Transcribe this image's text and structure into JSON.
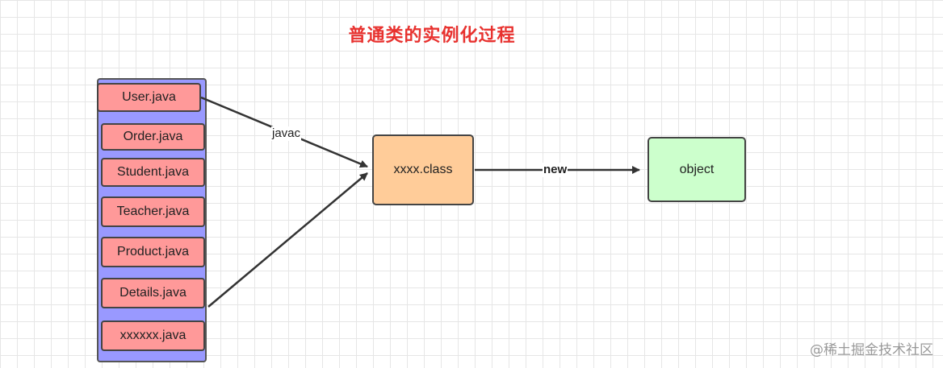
{
  "title": "普通类的实例化过程",
  "source_files": [
    "User.java",
    "Order.java",
    "Student.java",
    "Teacher.java",
    "Product.java",
    "Details.java",
    "xxxxxx.java"
  ],
  "class_node": "xxxx.class",
  "object_node": "object",
  "edges": {
    "compile_label": "javac",
    "instantiate_label": "new"
  },
  "watermark": "@稀土掘金技术社区",
  "colors": {
    "title": "#e8322f",
    "container": "#9999ff",
    "file_box": "#ff9999",
    "class_box": "#ffcc99",
    "object_box": "#ccffcc",
    "grid": "#e6e6e6"
  }
}
